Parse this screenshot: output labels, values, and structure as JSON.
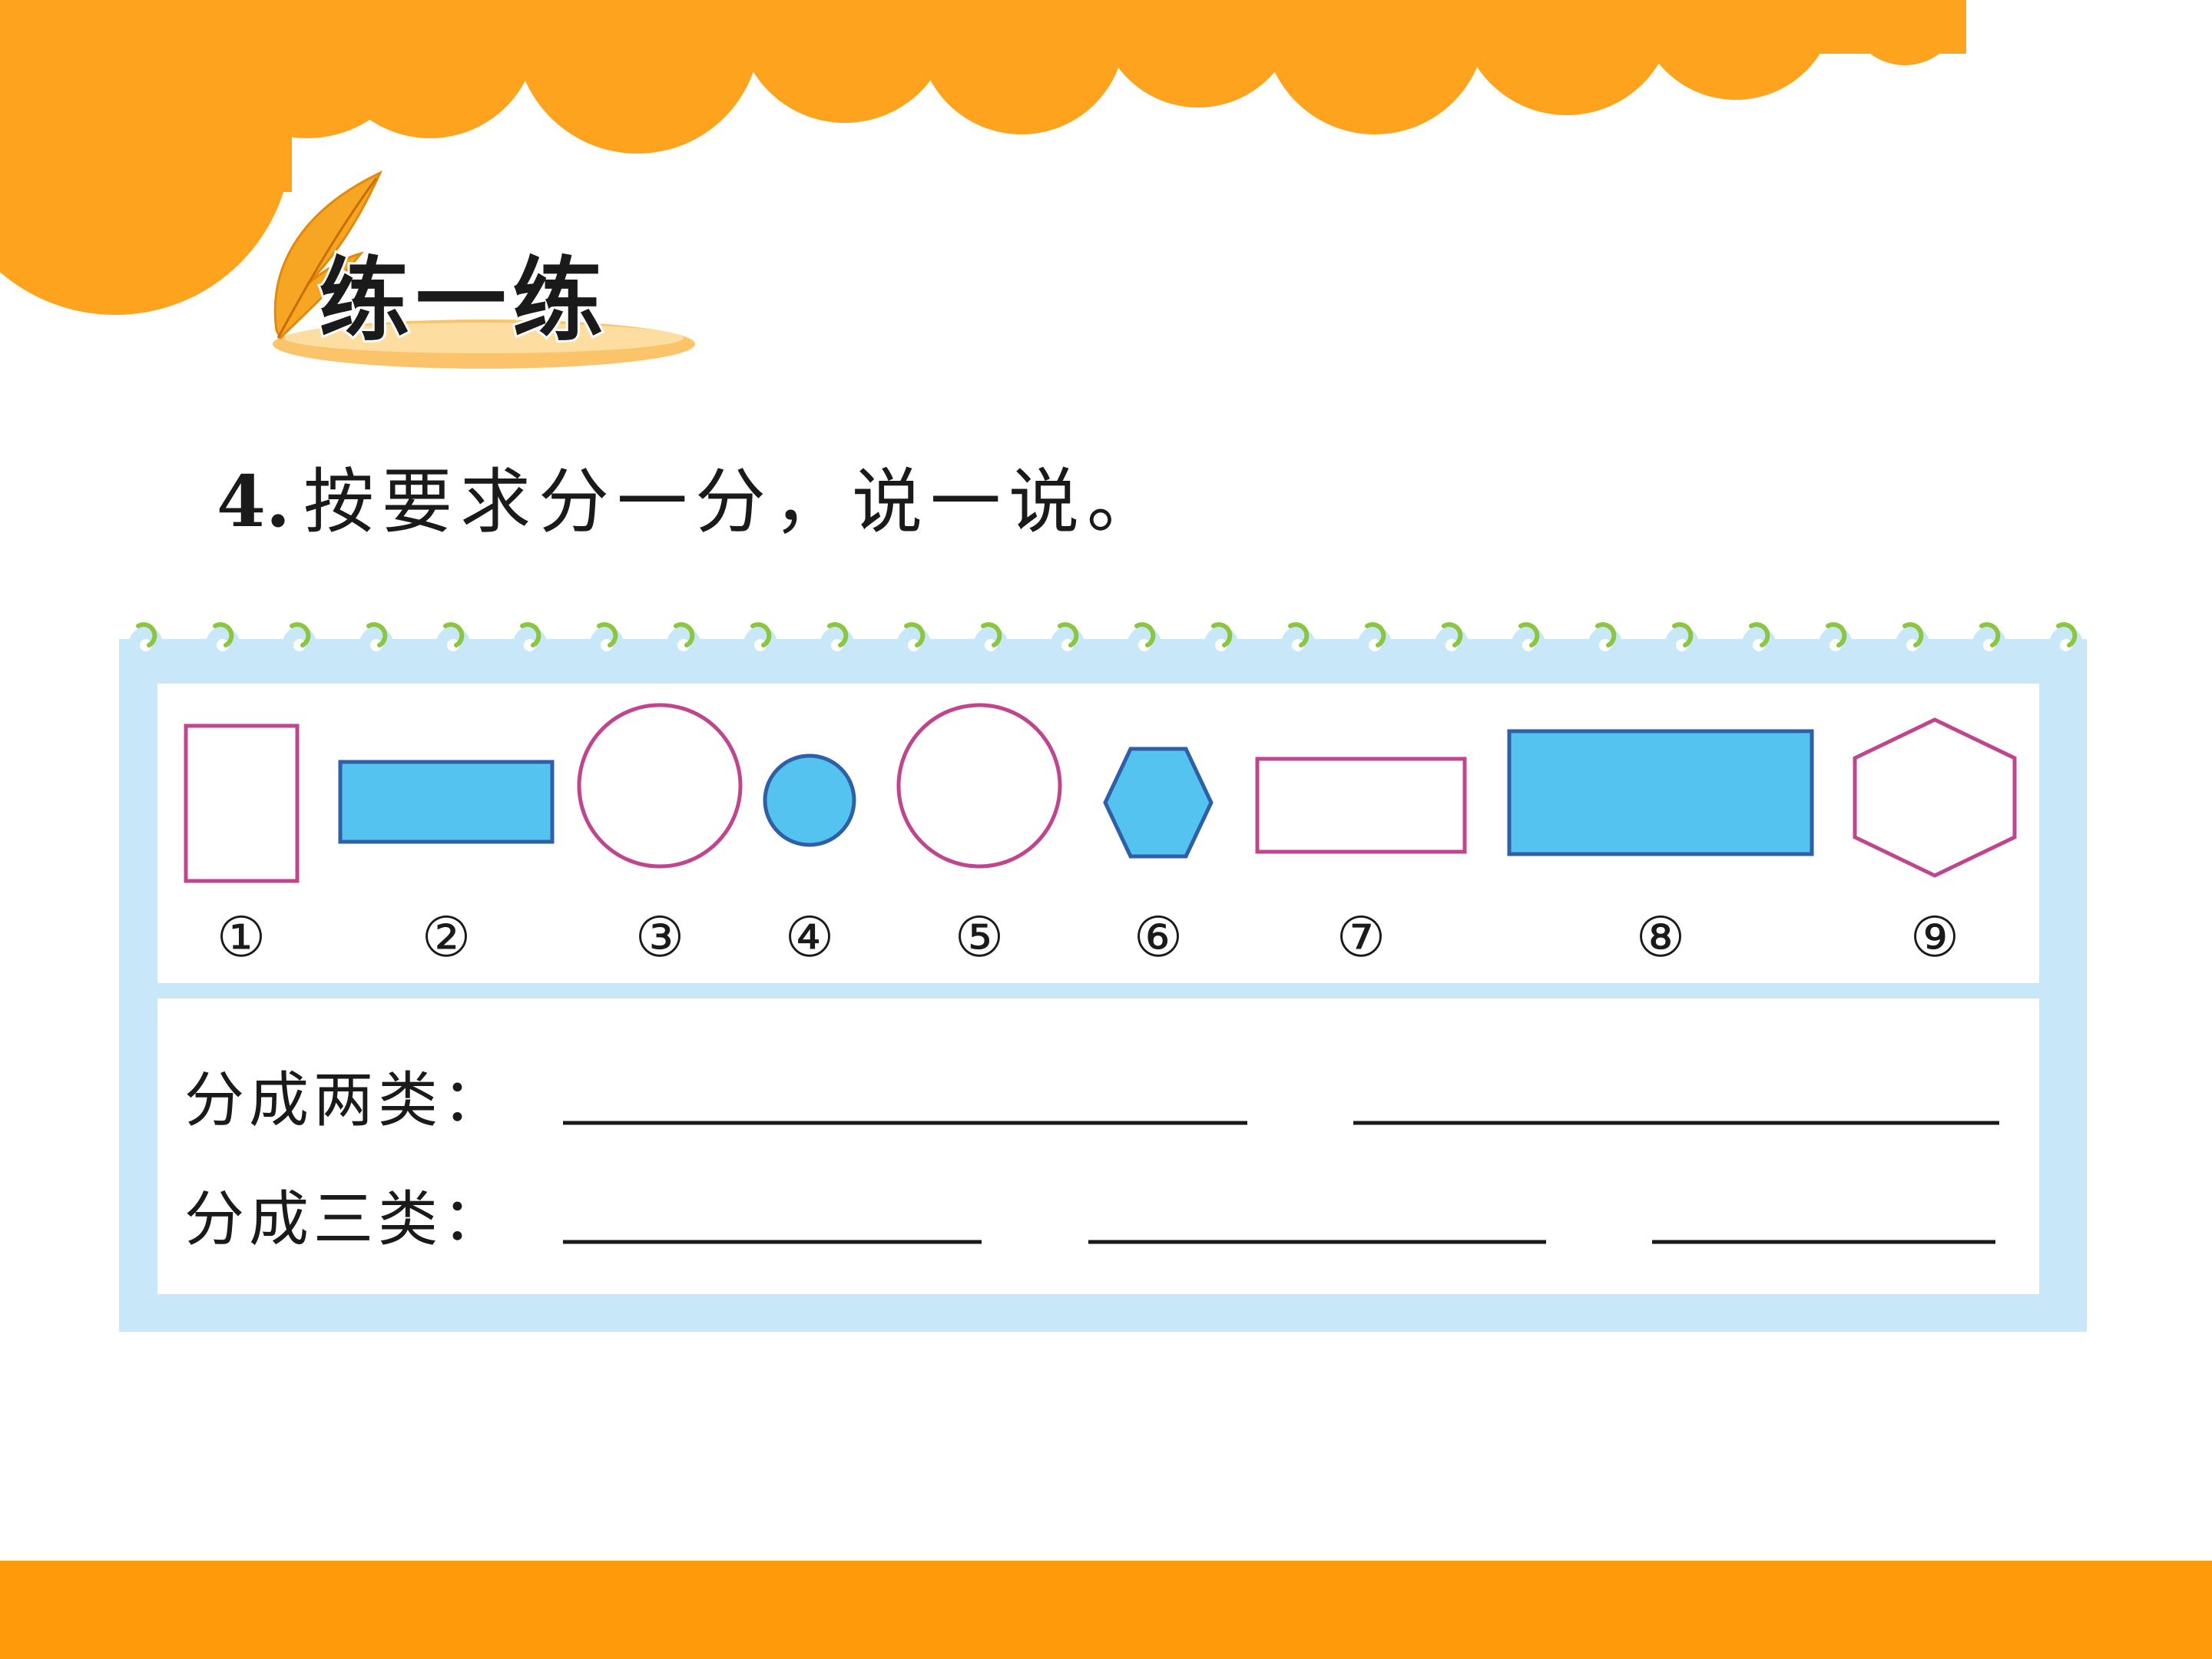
{
  "header": {
    "badge_title": "练一练",
    "banner_color": "#FDA31E",
    "footer_color": "#FF9A0A"
  },
  "exercise": {
    "number": "4.",
    "instruction": "按要求分一分，说一说。"
  },
  "shapes": [
    {
      "label": "①",
      "shape": "rectangle",
      "fill": "none",
      "stroke": "#C0458F"
    },
    {
      "label": "②",
      "shape": "rectangle",
      "fill": "#55C3F0",
      "stroke": "#2F5FA6"
    },
    {
      "label": "③",
      "shape": "circle",
      "fill": "none",
      "stroke": "#C0458F"
    },
    {
      "label": "④",
      "shape": "circle",
      "fill": "#55C3F0",
      "stroke": "#2F5FA6"
    },
    {
      "label": "⑤",
      "shape": "circle",
      "fill": "none",
      "stroke": "#C0458F"
    },
    {
      "label": "⑥",
      "shape": "hexagon",
      "fill": "#55C3F0",
      "stroke": "#2F5FA6"
    },
    {
      "label": "⑦",
      "shape": "rectangle",
      "fill": "none",
      "stroke": "#C0458F"
    },
    {
      "label": "⑧",
      "shape": "rectangle",
      "fill": "#55C3F0",
      "stroke": "#2F5FA6"
    },
    {
      "label": "⑨",
      "shape": "hexagon",
      "fill": "none",
      "stroke": "#C0458F"
    }
  ],
  "answers": {
    "two_groups_label": "分成两类：",
    "three_groups_label": "分成三类："
  },
  "colors": {
    "frame": "#C8E7F8",
    "ring": "#8CC63F"
  }
}
